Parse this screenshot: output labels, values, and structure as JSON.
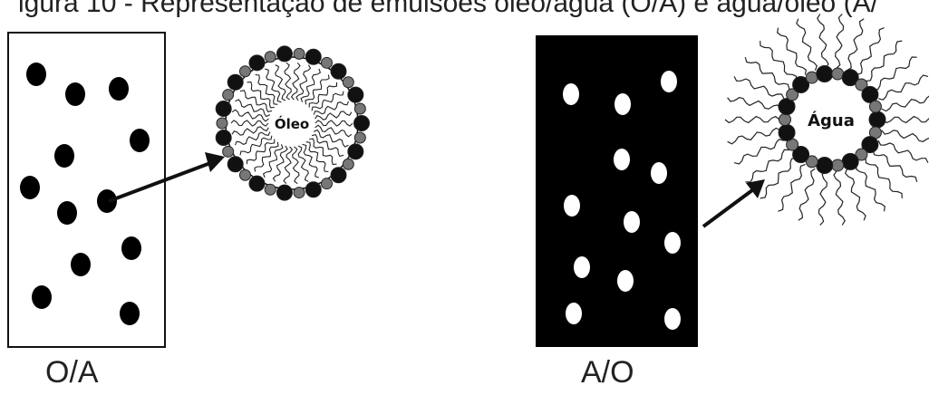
{
  "figure_caption": "igura 10 - Representação de emulsões óleo/água (O/A) e água/óleo (A/",
  "panels": [
    {
      "label": "O/A",
      "core_label": "Óleo"
    },
    {
      "label": "A/O",
      "core_label": "Água"
    }
  ]
}
